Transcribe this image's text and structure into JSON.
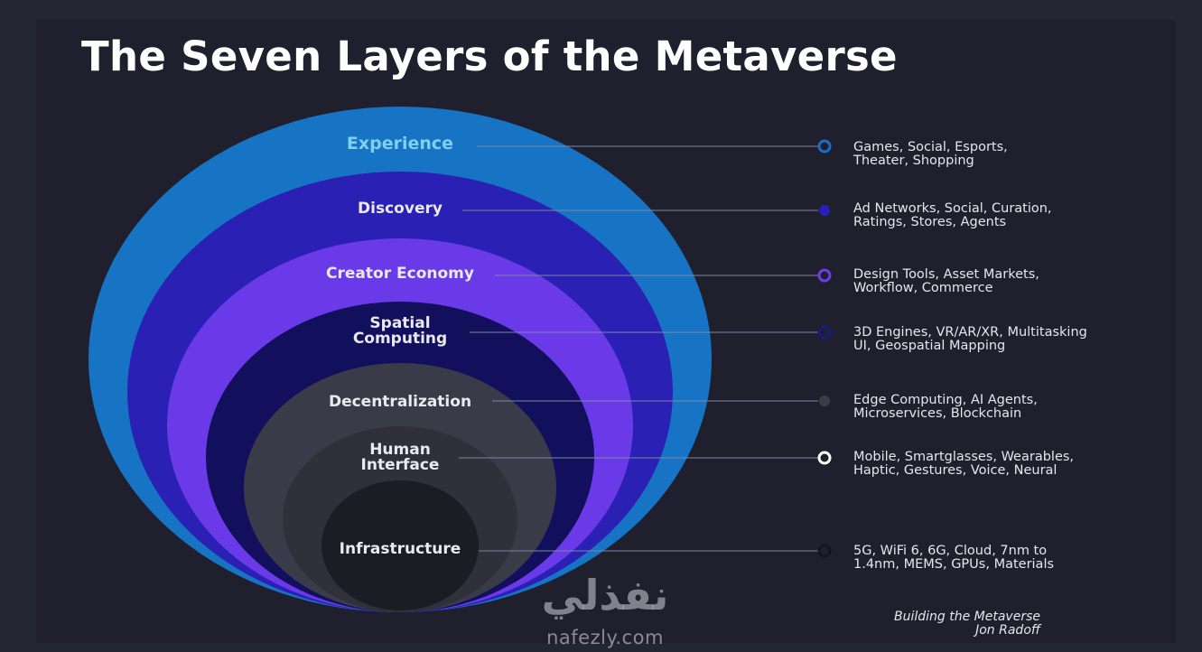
{
  "title": "The Seven Layers of the Metaverse",
  "layers": [
    {
      "name": "Experience",
      "details": [
        "Games, Social, Esports,",
        "Theater, Shopping"
      ],
      "color": "#1773c3",
      "dot": "#1a6fc0",
      "dot_style": "ring"
    },
    {
      "name": "Discovery",
      "details": [
        "Ad Networks, Social, Curation,",
        "Ratings, Stores, Agents"
      ],
      "color": "#2a20b3",
      "dot": "#2620bb",
      "dot_style": "solid"
    },
    {
      "name": "Creator Economy",
      "details": [
        "Design Tools, Asset Markets,",
        "Workflow, Commerce"
      ],
      "color": "#6a3ae8",
      "dot": "#6b3fe6",
      "dot_style": "ring"
    },
    {
      "name": "Spatial",
      "name2": "Computing",
      "details": [
        "3D Engines, VR/AR/XR, Multitasking",
        "UI, Geospatial Mapping"
      ],
      "color": "#12105c",
      "dot": "#1a1a80",
      "dot_style": "ring"
    },
    {
      "name": "Decentralization",
      "details": [
        "Edge Computing, AI Agents,",
        "Microservices, Blockchain"
      ],
      "color": "#3a3b48",
      "dot": "#3c3c48",
      "dot_style": "solid"
    },
    {
      "name": "Human",
      "name2": "Interface",
      "details": [
        "Mobile, Smartglasses, Wearables,",
        "Haptic, Gestures, Voice, Neural"
      ],
      "color": "#2f3039",
      "dot": "#ffffff",
      "dot_style": "ring"
    },
    {
      "name": "Infrastructure",
      "details": [
        "5G, WiFi 6, 6G, Cloud, 7nm to",
        "1.4nm, MEMS, GPUs, Materials"
      ],
      "color": "#1c1c24",
      "dot": "#15151c",
      "dot_style": "ring"
    }
  ],
  "credit": [
    "Building the Metaverse",
    "Jon Radoff"
  ],
  "watermark": {
    "arabic": "نفذلي",
    "url": "nafezly.com"
  }
}
